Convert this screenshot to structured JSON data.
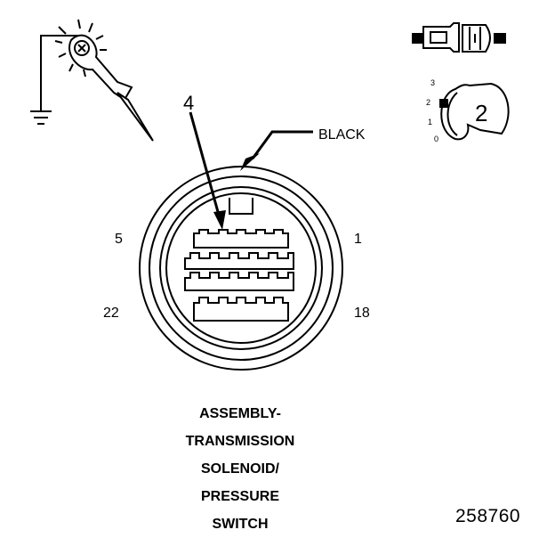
{
  "connector": {
    "color_label": "BLACK",
    "callout_pin": "4",
    "pin_labels": {
      "top_left": "5",
      "top_right": "1",
      "bottom_left": "22",
      "bottom_right": "18"
    }
  },
  "title_lines": [
    "ASSEMBLY-",
    "TRANSMISSION",
    "SOLENOID/",
    "PRESSURE",
    "SWITCH"
  ],
  "figure_number": "258760",
  "ignition_switch": {
    "positions": [
      "3",
      "2",
      "1",
      "0"
    ],
    "key_label": "2"
  },
  "colors": {
    "ink": "#000000",
    "background": "#ffffff"
  }
}
